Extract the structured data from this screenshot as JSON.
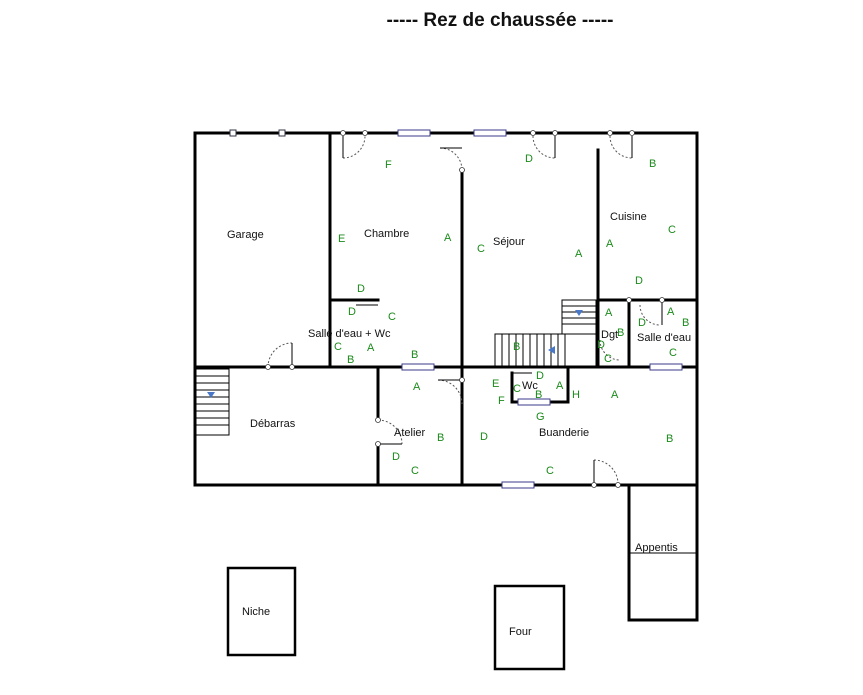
{
  "title": "-----  Rez de chaussée  -----",
  "rooms": {
    "garage": "Garage",
    "chambre": "Chambre",
    "sejour": "Séjour",
    "cuisine": "Cuisine",
    "salle_eau_wc": "Salle d'eau + Wc",
    "dgt": "Dgt",
    "salle_eau": "Salle d'eau",
    "debarras": "Débarras",
    "atelier": "Atelier",
    "buanderie": "Buanderie",
    "wc": "Wc",
    "appentis": "Appentis",
    "niche": "Niche",
    "four": "Four"
  },
  "markers": {
    "chambre_f": "F",
    "chambre_e": "E",
    "chambre_a": "A",
    "sejour_d": "D",
    "sejour_c": "C",
    "sejour_a": "A",
    "cuisine_b": "B",
    "cuisine_c": "C",
    "cuisine_a": "A",
    "cuisine_d": "D",
    "sew_d1": "D",
    "sew_d2": "D",
    "sew_c1": "C",
    "sew_c2": "C",
    "sew_a": "A",
    "sew_b1": "B",
    "sew_b2": "B",
    "stair_b": "B",
    "dgt_a": "A",
    "dgt_b": "B",
    "dgt_d": "D",
    "dgt_c": "C",
    "se_d": "D",
    "se_a": "A",
    "se_b": "B",
    "se_c": "C",
    "atelier_a": "A",
    "atelier_b": "B",
    "atelier_d": "D",
    "atelier_c": "C",
    "buand_e": "E",
    "buand_f": "F",
    "buand_d": "D",
    "buand_c": "C",
    "buand_b": "B",
    "buand_a": "A",
    "buand_g": "G",
    "buand_h": "H",
    "wc_c": "C",
    "wc_d": "D",
    "wc_a": "A",
    "wc_b": "B"
  }
}
